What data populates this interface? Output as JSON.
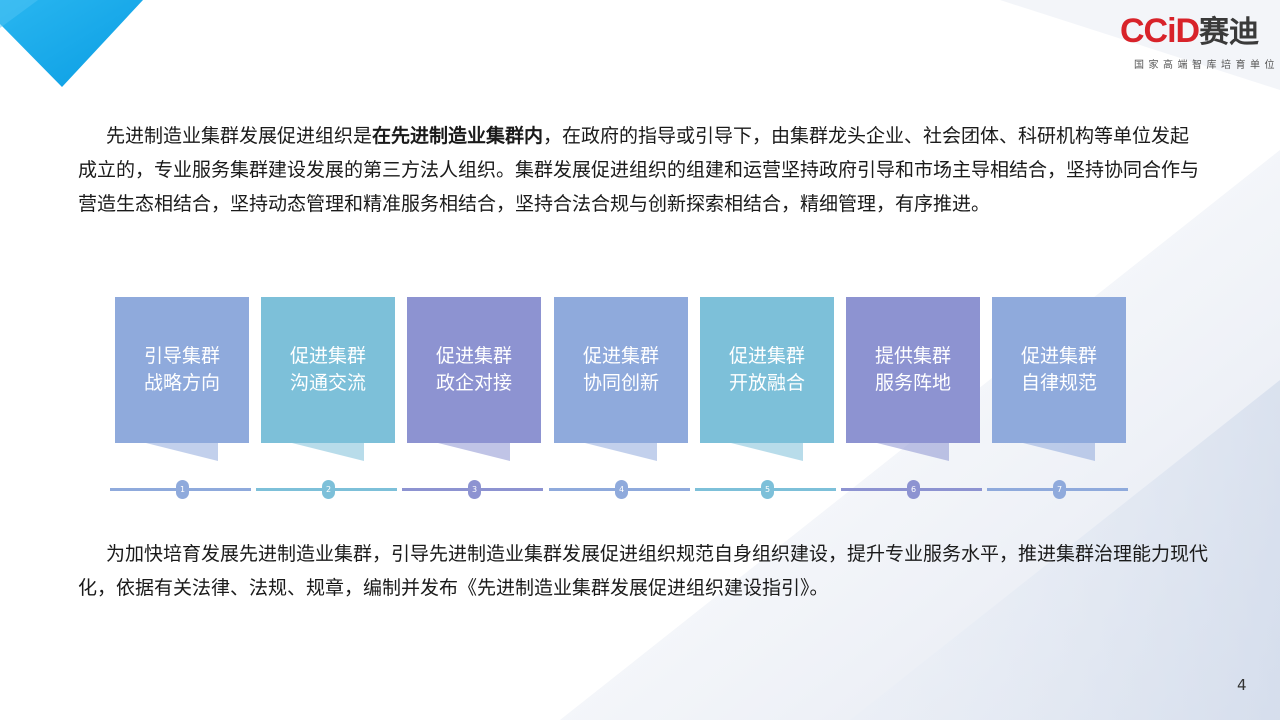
{
  "logo": {
    "brand": "CCiD",
    "brand_cn": "赛迪",
    "tagline": "国家高端智库培育单位"
  },
  "intro": {
    "lead": "先进制造业集群发展促进组织是",
    "emphasis": "在先进制造业集群内",
    "body": "，在政府的指导或引导下，由集群龙头企业、社会团体、科研机构等单位发起成立的，专业服务集群建设发展的第三方法人组织。集群发展促进组织的组建和运营坚持政府引导和市场主导相结合，坚持协同合作与营造生态相结合，坚持动态管理和精准服务相结合，坚持合法合规与创新探索相结合，精细管理，有序推进。"
  },
  "steps": [
    {
      "num": "1",
      "line1": "引导集群",
      "line2": "战略方向",
      "color": "#8faadc"
    },
    {
      "num": "2",
      "line1": "促进集群",
      "line2": "沟通交流",
      "color": "#7dc0d9"
    },
    {
      "num": "3",
      "line1": "促进集群",
      "line2": "政企对接",
      "color": "#8d93d1"
    },
    {
      "num": "4",
      "line1": "促进集群",
      "line2": "协同创新",
      "color": "#8faadc"
    },
    {
      "num": "5",
      "line1": "促进集群",
      "line2": "开放融合",
      "color": "#7dc0d9"
    },
    {
      "num": "6",
      "line1": "提供集群",
      "line2": "服务阵地",
      "color": "#8d93d1"
    },
    {
      "num": "7",
      "line1": "促进集群",
      "line2": "自律规范",
      "color": "#8faadc"
    }
  ],
  "closing": "为加快培育发展先进制造业集群，引导先进制造业集群发展促进组织规范自身组织建设，提升专业服务水平，推进集群治理能力现代化，依据有关法律、法规、规章，编制并发布《先进制造业集群发展促进组织建设指引》。",
  "page_number": "4",
  "colors": {
    "accent_cyan": "#0aa0e6",
    "brand_red": "#d8232a"
  }
}
